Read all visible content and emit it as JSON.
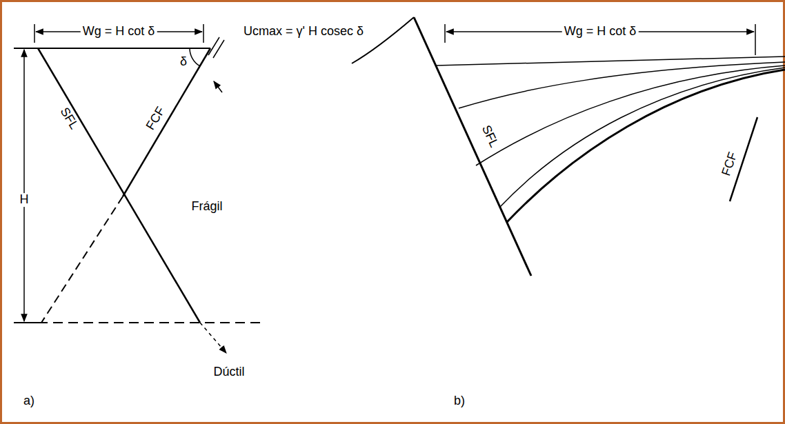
{
  "diagram": {
    "labels": [
      "Wg = H cot δ",
      "Ucmax = γ' H cosec δ",
      "δ",
      "SFL",
      "FCF",
      "H",
      "Frágil",
      "Dúctil",
      "a)",
      "Wg = H cot δ",
      "SFL",
      "FCF",
      "b)"
    ]
  }
}
